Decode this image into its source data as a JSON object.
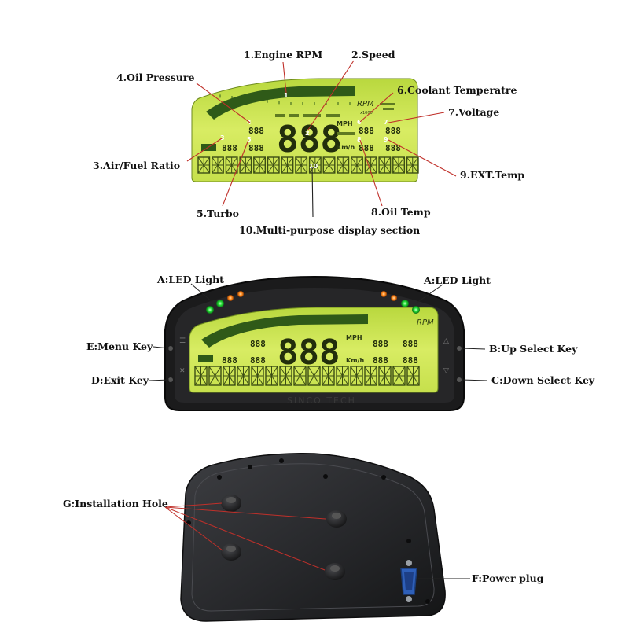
{
  "diagram1": {
    "labels": {
      "rpm": "1.Engine RPM",
      "speed": "2.Speed",
      "oil_pressure": "4.Oil Pressure",
      "coolant": "6.Coolant Temperatre",
      "voltage": "7.Voltage",
      "afr": "3.Air/Fuel Ratio",
      "ext_temp": "9.EXT.Temp",
      "turbo": "5.Turbo",
      "oil_temp": "8.Oil Temp",
      "multi": "10.Multi-purpose display section"
    },
    "numbers": [
      "1",
      "2",
      "3",
      "4",
      "5",
      "6",
      "7",
      "8",
      "9",
      "10"
    ],
    "lcd_text": {
      "rpm_unit": "RPM",
      "rpm_mult": "x1000",
      "speed_digits": "888",
      "mph": "MPH",
      "kmh": "Km/h",
      "small_digits": "888",
      "afr_tag": "▒▒"
    }
  },
  "diagram2": {
    "labels": {
      "led_left": "A:LED Light",
      "led_right": "A:LED Light",
      "menu_key": "E:Menu Key",
      "exit_key": "D:Exit Key",
      "up_key": "B:Up Select Key",
      "down_key": "C:Down Select Key"
    },
    "brand": "SINCO TECH",
    "lcd_text": {
      "rpm_unit": "RPM",
      "speed_digits": "888",
      "mph": "MPH",
      "kmh": "Km/h"
    }
  },
  "diagram3": {
    "labels": {
      "install_hole": "G:Installation Hole",
      "power_plug": "F:Power plug"
    }
  },
  "colors": {
    "lcd_light": "#d4e85a",
    "lcd_dark": "#9cbf2a",
    "leader": "#c0302a",
    "leader_dark": "#222222",
    "led_green": "#22dd33",
    "led_orange": "#ff8a1c",
    "bezel": "#1a1a1a",
    "housing": "#2a2b2e"
  }
}
